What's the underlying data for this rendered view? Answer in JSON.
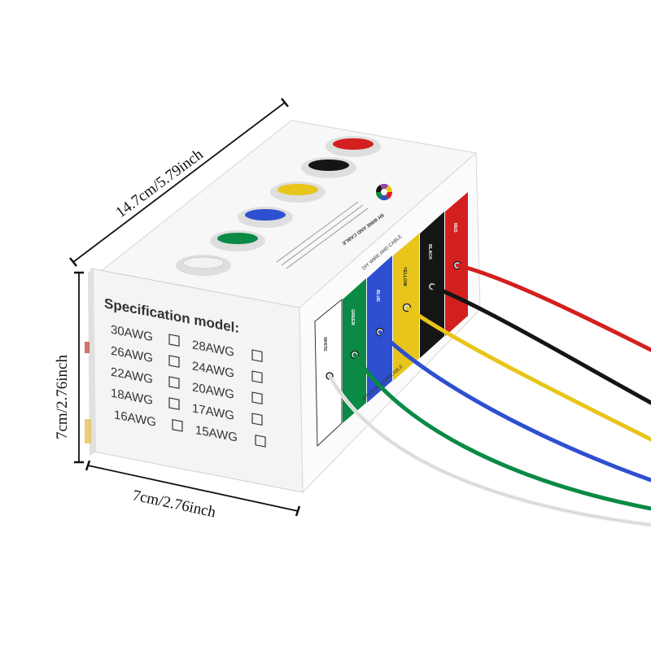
{
  "dimensions": {
    "length": "14.7cm/5.79inch",
    "height": "7cm/2.76inch",
    "width": "7cm/2.76inch"
  },
  "box": {
    "spec_title": "Specification model:",
    "awg_left": [
      "30AWG",
      "26AWG",
      "22AWG",
      "18AWG",
      "16AWG"
    ],
    "awg_right": [
      "28AWG",
      "24AWG",
      "20AWG",
      "17AWG",
      "15AWG"
    ],
    "top_brand": "5H WIRE AND CABLE",
    "side_title": "DIY WIRE AND CABLE",
    "side_footer": "6 COLORS AVAILABLE",
    "color_labels": [
      "WHITE",
      "GREEN",
      "BLUE",
      "YELLOW",
      "BLACK",
      "RED"
    ]
  },
  "colors": {
    "white": "#f2f2f2",
    "green": "#0a8a45",
    "blue": "#2e4fd0",
    "yellow": "#e7c51a",
    "black": "#151515",
    "red": "#d41f1f"
  }
}
